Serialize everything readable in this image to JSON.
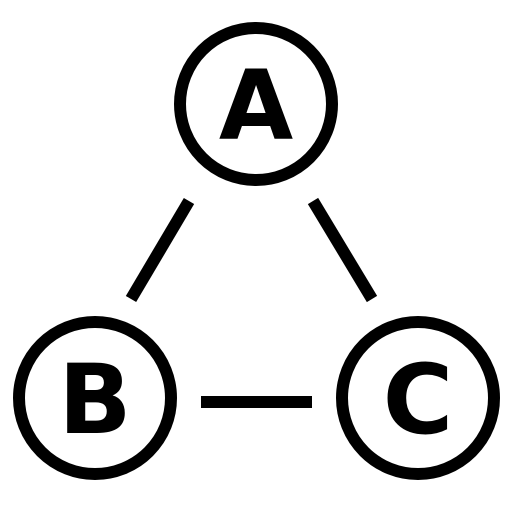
{
  "diagram": {
    "stroke_color": "#000000",
    "background_color": "#ffffff",
    "nodes": [
      {
        "id": "A",
        "label": "A"
      },
      {
        "id": "B",
        "label": "B"
      },
      {
        "id": "C",
        "label": "C"
      }
    ],
    "edges": [
      {
        "from": "A",
        "to": "B"
      },
      {
        "from": "A",
        "to": "C"
      },
      {
        "from": "B",
        "to": "C"
      }
    ]
  }
}
